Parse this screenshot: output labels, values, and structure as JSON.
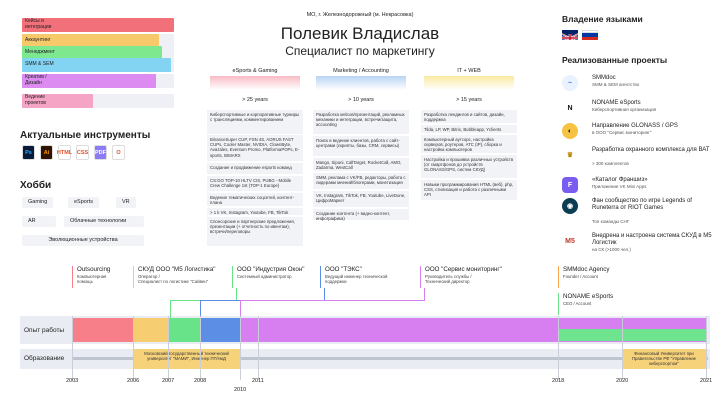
{
  "skills": [
    {
      "label": "Кейсы и\nинтеграции",
      "color": "#f2707a",
      "level": 1.0
    },
    {
      "label": "Аккаунтинг",
      "color": "#f7c96b",
      "level": 0.9
    },
    {
      "label": "Менеджмент",
      "color": "#7ee88f",
      "level": 0.92
    },
    {
      "label": "SMM & SEM",
      "color": "#83d3f3",
      "level": 0.98
    },
    {
      "label": "Креатив /\nДизайн",
      "color": "#dc8bf0",
      "level": 0.88
    },
    {
      "label": "Ведение\nпроектов",
      "color": "#f6a4c5",
      "level": 0.47
    }
  ],
  "tools": {
    "title": "Актуальные инструменты",
    "items": [
      {
        "icon": "photoshop-icon",
        "text": "Ps",
        "color": "#0a1a3a",
        "fg": "#31a8ff"
      },
      {
        "icon": "illustrator-icon",
        "text": "Ai",
        "color": "#2e1300",
        "fg": "#ff9a00"
      },
      {
        "icon": "html-icon",
        "text": "HTML",
        "color": "#ffffff",
        "fg": "#e44d26"
      },
      {
        "icon": "css-icon",
        "text": "CSS",
        "color": "#ffffff",
        "fg": "#e44d26"
      },
      {
        "icon": "file-icon",
        "text": "PDF",
        "color": "#8b7cf6",
        "fg": "#ffffff"
      },
      {
        "icon": "office-icon",
        "text": "O",
        "color": "#ffffff",
        "fg": "#e64a19"
      }
    ]
  },
  "hobbies": {
    "title": "Хобби",
    "items": [
      "Gaming",
      "eSports",
      "VR",
      "AR",
      "Облачные технологии",
      "Эволюционные устройства"
    ]
  },
  "header": {
    "location": "МО, г. Железнодорожный (м. Некрасовка)",
    "name": "Полевик Владислав",
    "role": "Специалист по маркетингу"
  },
  "columns": [
    {
      "head": "eSports & Gaming",
      "years": "> 25 years",
      "color": "#f8bcc5",
      "cards": [
        "Киберспортивные и корпоративные турниры с трансляциями, комментированием",
        "BinanceSuper CUP, FSN 4S, AORUS FAST CUPs, Cooler Master, NVIDIA, ClownByte, Avazales, Eventum Promo, PlatformaPOPs, E-sports, BIMARX",
        "Создание и продвижение esports команд",
        "CS:GO TOP-10 HLTV CIS, PUBG - Mobile Crew Challenge 1st (TOP-1 Europe)",
        "Ведение тематических соцсетей, контент-плана",
        "> 1 k VK, Instagram, Youtube, FB, TikTok",
        "Спонсорские и партнерские предложения, презентации (+ отчетность по ивентам), встречи/переговоры"
      ]
    },
    {
      "head": "Marketing / Accounting",
      "years": "> 10 years",
      "color": "#b9d4f3",
      "cards": [
        "Разработка кейсов/презентаций, рекламных механики и интеграции, встречи/защита, accounting",
        "Поиск и ведение клиентов, работа с сайт-центрами (скрипты, базы, CRM, сервисы)",
        "Mango, Sipuni, CallTarget, RocketCall, AMO, Zadarma, WestCall",
        "SMM, реклама с VK/FB, редакторы, работа с лидерами мнений/блогерами, монетизация",
        "VK, Instagram, TikTok, FB, Youtube, LiveDune, ЦифроМаркет",
        "Создание контента (+ видео-контент, инфографика)"
      ]
    },
    {
      "head": "IT + WEB",
      "years": "> 15 years",
      "color": "#f8eaa0",
      "cards": [
        "Разработка лендингов и сайтов, дизайн, поддержка",
        "Tilda, LP, WP, Bitrix, Bubbleapp, Yclients",
        "Компьютерный аутсорс, настройка серверов, роутеров, ATC (IP), сборка и настройка компьютеров",
        "Настройка и прошивка различных устройств (от смартфонов до устройств GLONASS/GPS, систем СКУД)",
        "Навыки программирования HTML (веб), php, CSS, стилизация и работа с различными API"
      ]
    }
  ],
  "languages": {
    "title": "Владение языками",
    "flags": [
      "uk-flag-icon",
      "ru-flag-icon"
    ]
  },
  "projects": {
    "title": "Реализованные проекты",
    "items": [
      {
        "icon": "smmdoc-logo-icon",
        "name": "SMMdoc",
        "sub": "SMM & SEM агентство"
      },
      {
        "icon": "noname-esports-logo-icon",
        "name": "NONAME eSports",
        "sub": "Киберспортивная организация"
      },
      {
        "icon": "glonass-logo-icon",
        "name": "Направление GLONASS / GPS",
        "sub": "в ООО \"Сервис мониторинг\""
      },
      {
        "icon": "security-logo-icon",
        "name": "Разработка охранного комплекса для ВАТ",
        "sub": "> 300 комплектов"
      },
      {
        "icon": "franchise-logo-icon",
        "name": "«Каталог Франшиз»",
        "sub": "Приложение VK Mini Apps"
      },
      {
        "icon": "runeterra-logo-icon",
        "name": "Фан сообщество по игре Legends of Runeterra от RIOT Games",
        "sub": "Топ команды СНГ"
      },
      {
        "icon": "m5-logo-icon",
        "name": "Внедрена и настроена система СКУД в М5 Логистик",
        "sub": "на СК (>1000 чел.)"
      }
    ]
  },
  "timeline": {
    "experience_label": "Опыт работы",
    "education_label": "Образование",
    "jobs": [
      {
        "title": "Outsourcing",
        "sub": "Компьютерная\nпомощь",
        "color": "#f77f8a"
      },
      {
        "title": "СКУД ООО \"М5 Логистика\"",
        "sub": "Оператор /\nСпециалист по логистике \"Сайвен\"",
        "color": "#f6ce71"
      },
      {
        "title": "ООО \"Индустрия Окон\"",
        "sub": "Системный администратор",
        "color": "#68e38a"
      },
      {
        "title": "ООО \"ТЭКС\"",
        "sub": "Ведущий инженер технической\nподдержки",
        "color": "#5d8ee6"
      },
      {
        "title": "ООО \"Сервис мониторинг\"",
        "sub": "Руководитель службы /\nТехнический директор",
        "color": "#d77ef1"
      },
      {
        "title": "SMMdoc Agency",
        "sub": "Founder / Account",
        "color": "#f8a74f"
      },
      {
        "title": "NONAME eSports",
        "sub": "CEO / Account",
        "color": "#6ee48e"
      }
    ],
    "education": [
      "Московский государственный технический университет \"МАМИ\", Инженер ПТ/НиД",
      "Финансовый Университет при Правительстве РФ \"Управление киберспортом\""
    ],
    "years": [
      "2003",
      "2006",
      "2007",
      "2008",
      "2010",
      "2011",
      "2018",
      "2020",
      "2021"
    ]
  }
}
